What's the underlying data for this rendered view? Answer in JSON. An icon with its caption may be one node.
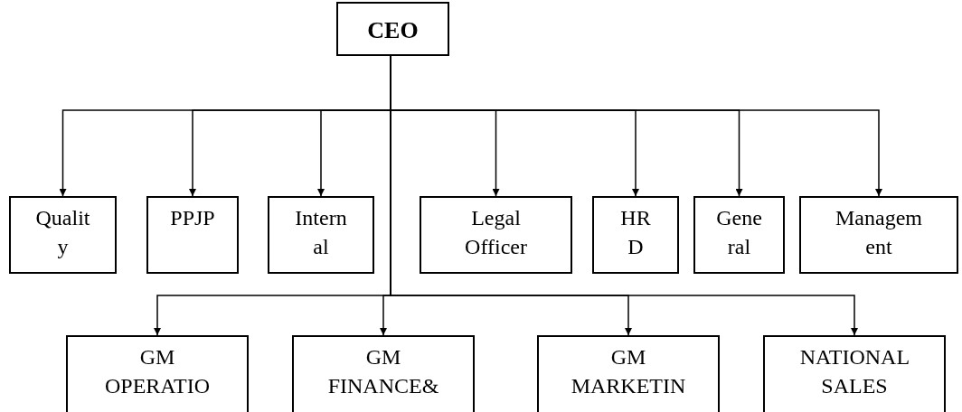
{
  "diagram": {
    "nodes": [
      {
        "text": [
          "CEO"
        ]
      },
      {
        "text": [
          "Qualit y"
        ]
      },
      {
        "text": [
          "PPJP"
        ]
      },
      {
        "text": [
          "Intern al"
        ]
      },
      {
        "text": [
          "Legal Officer"
        ]
      },
      {
        "text": [
          "HR D"
        ]
      },
      {
        "text": [
          "Gene ral"
        ]
      },
      {
        "text": [
          "Managem ent"
        ]
      },
      {
        "text": [
          "GM OPERATIO"
        ]
      },
      {
        "text": [
          "GM FINANCE&"
        ]
      },
      {
        "text": [
          "GM MARKETIN"
        ]
      },
      {
        "text": [
          "NATIONAL SALES"
        ]
      }
    ],
    "edges": [
      {
        "from": 0,
        "to": 1,
        "arrow": "to"
      },
      {
        "from": 0,
        "to": 2,
        "arrow": "to"
      },
      {
        "from": 0,
        "to": 3,
        "arrow": "to"
      },
      {
        "from": 0,
        "to": 4,
        "arrow": "to"
      },
      {
        "from": 0,
        "to": 5,
        "arrow": "to"
      },
      {
        "from": 0,
        "to": 6,
        "arrow": "to"
      },
      {
        "from": 0,
        "to": 7,
        "arrow": "to"
      },
      {
        "from": 0,
        "to": 8,
        "arrow": "to"
      },
      {
        "from": 0,
        "to": 9,
        "arrow": "to"
      },
      {
        "from": 0,
        "to": 10,
        "arrow": "to"
      },
      {
        "from": 0,
        "to": 11,
        "arrow": "to"
      }
    ]
  }
}
